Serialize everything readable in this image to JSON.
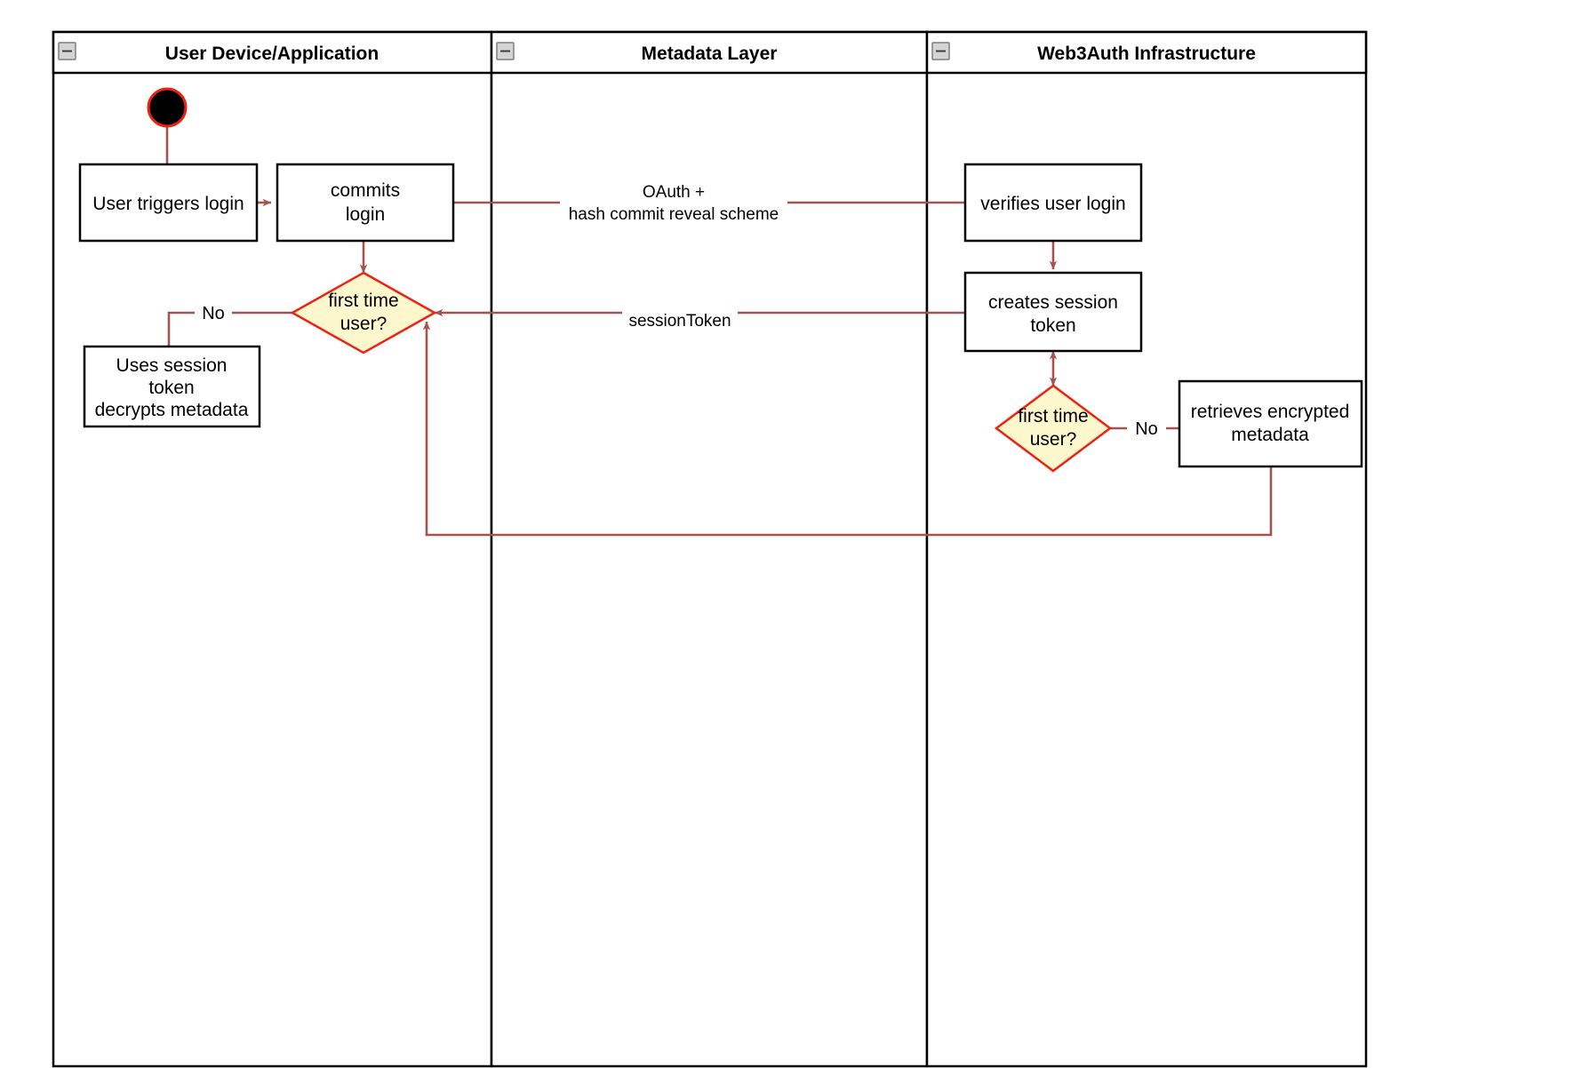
{
  "diagram": {
    "type": "uml-activity-swimlane",
    "title": "Web3Auth login activity diagram",
    "colors": {
      "lane_border": "#000000",
      "node_border": "#000000",
      "node_fill": "#ffffff",
      "decision_border": "#ee2211",
      "decision_fill": "#fdf7cd",
      "flow_line": "#a4544e",
      "start_node_fill": "#000000",
      "start_node_ring": "#ee2211",
      "collapse_icon_fill": "#d4d4d4"
    }
  },
  "lanes": [
    {
      "id": "lane-user-device",
      "title": "User Device/Application",
      "collapse_icon": "collapse-minus-icon"
    },
    {
      "id": "lane-metadata",
      "title": "Metadata Layer",
      "collapse_icon": "collapse-minus-icon"
    },
    {
      "id": "lane-web3auth",
      "title": "Web3Auth Infrastructure",
      "collapse_icon": "collapse-minus-icon"
    }
  ],
  "nodes": [
    {
      "id": "start",
      "kind": "start",
      "lane": "lane-user-device",
      "label": ""
    },
    {
      "id": "user-triggers-login",
      "kind": "action",
      "lane": "lane-user-device",
      "lines": [
        "User triggers login"
      ]
    },
    {
      "id": "commits-login",
      "kind": "action",
      "lane": "lane-user-device",
      "lines": [
        "commits",
        "login"
      ]
    },
    {
      "id": "first-time-user-client",
      "kind": "decision",
      "lane": "lane-user-device",
      "lines": [
        "first time",
        "user?"
      ]
    },
    {
      "id": "uses-session-token",
      "kind": "action",
      "lane": "lane-user-device",
      "lines": [
        "Uses session",
        "token",
        "decrypts metadata"
      ]
    },
    {
      "id": "verifies-user-login",
      "kind": "action",
      "lane": "lane-web3auth",
      "lines": [
        "verifies user login"
      ]
    },
    {
      "id": "creates-session-token",
      "kind": "action",
      "lane": "lane-web3auth",
      "lines": [
        "creates session",
        "token"
      ]
    },
    {
      "id": "first-time-user-server",
      "kind": "decision",
      "lane": "lane-web3auth",
      "lines": [
        "first time",
        "user?"
      ]
    },
    {
      "id": "retrieves-encrypted-metadata",
      "kind": "action",
      "lane": "lane-web3auth",
      "lines": [
        "retrieves encrypted",
        "metadata"
      ]
    }
  ],
  "edge_labels": {
    "oauth_line1": "OAuth +",
    "oauth_line2": "hash commit reveal scheme",
    "session_token": "sessionToken",
    "no_client": "No",
    "no_server": "No"
  }
}
